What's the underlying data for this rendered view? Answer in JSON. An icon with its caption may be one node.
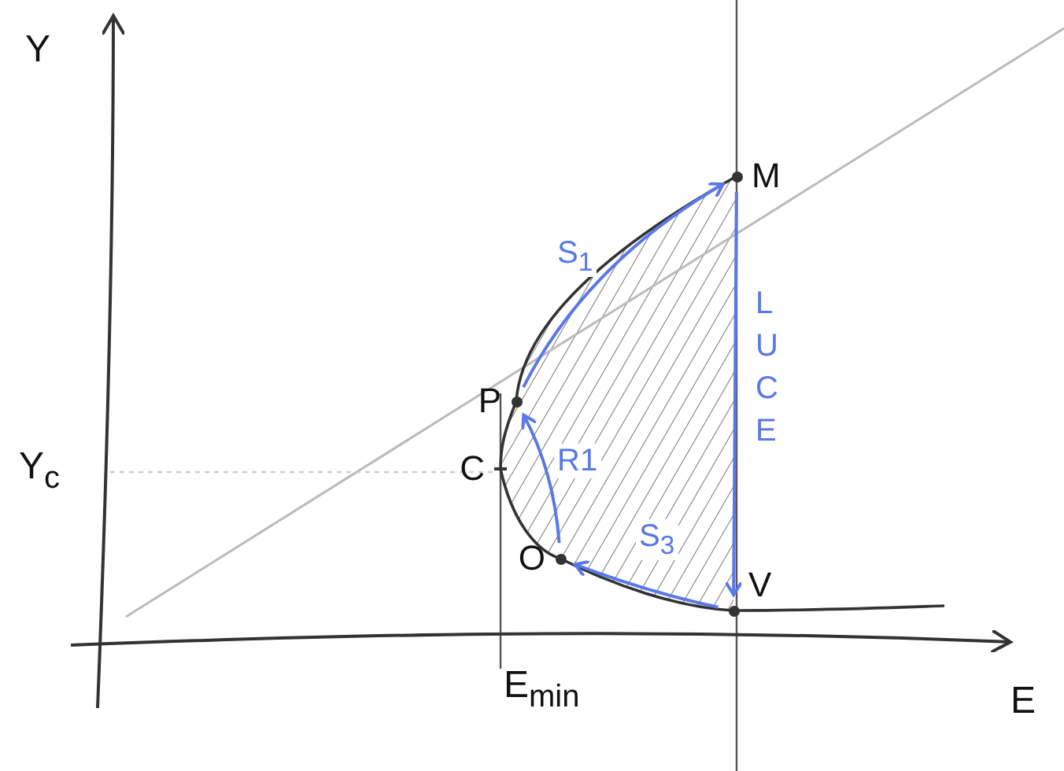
{
  "diagram": {
    "nodes": [
      {
        "text": [
          "M"
        ]
      },
      {
        "text": [
          "P"
        ]
      },
      {
        "text": [
          "C"
        ]
      },
      {
        "text": [
          "O"
        ]
      },
      {
        "text": [
          "V"
        ]
      }
    ],
    "edges": [
      {
        "from": 1,
        "to": 0,
        "arrow": "to",
        "label": "S$_{1}$"
      },
      {
        "from": 0,
        "to": 4,
        "arrow": "to",
        "label": "LUCE"
      },
      {
        "from": 4,
        "to": 3,
        "arrow": "to",
        "label": "S$_{3}$"
      },
      {
        "from": 3,
        "to": 1,
        "arrow": "to",
        "label": "R1"
      }
    ],
    "labels": [
      "Y",
      "Y$_{c}$",
      "E$_{min}$",
      "E"
    ]
  }
}
